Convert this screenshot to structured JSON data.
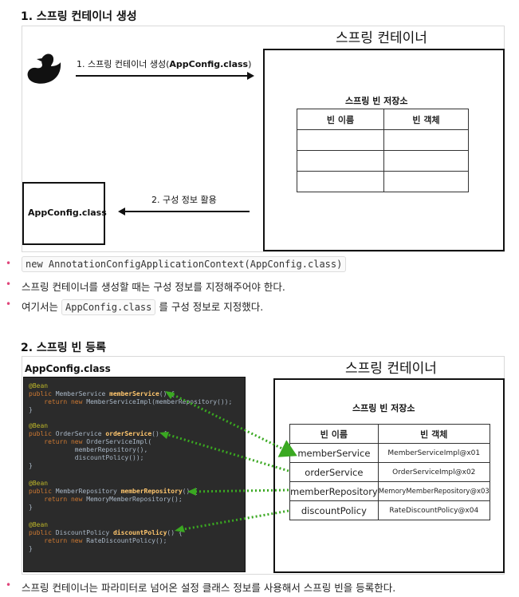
{
  "section1": {
    "heading": "1. 스프링 컨테이너 생성",
    "container_title": "스프링 컨테이너",
    "arrow1_prefix": "1. 스프링 컨테이너 생성(",
    "arrow1_bold": "AppConfig.class",
    "arrow1_suffix": ")",
    "arrow2_label": "2. 구성 정보 활용",
    "appconfig_label": "AppConfig.class",
    "store_title": "스프링 빈 저장소",
    "table_headers": [
      "빈 이름",
      "빈 객체"
    ]
  },
  "bullets1": {
    "b1_code": "new AnnotationConfigApplicationContext(AppConfig.class)",
    "b2_text": "스프링 컨테이너를 생성할 때는 구성 정보를 지정해주어야 한다.",
    "b3_prefix": "여기서는",
    "b3_code": "AppConfig.class",
    "b3_suffix": "를 구성 정보로 지정했다."
  },
  "section2": {
    "heading": "2. 스프링 빈 등록",
    "appconfig_label": "AppConfig.class",
    "container_title": "스프링 컨테이너",
    "store_title": "스프링 빈 저장소",
    "table_headers": [
      "빈 이름",
      "빈 객체"
    ],
    "rows": [
      {
        "name": "memberService",
        "object": "MemberServiceImpl@x01"
      },
      {
        "name": "orderService",
        "object": "OrderServiceImpl@x02"
      },
      {
        "name": "memberRepository",
        "object": "MemoryMemberRepository@x03"
      },
      {
        "name": "discountPolicy",
        "object": "RateDiscountPolicy@x04"
      }
    ],
    "code": {
      "b1_ann": "@Bean",
      "b1_l1_kw": "public ",
      "b1_l1_type": "MemberService ",
      "b1_l1_fn": "memberService",
      "b1_l1_end": "() {",
      "b1_l2_kw": "    return new ",
      "b1_l2_rest": "MemberServiceImpl(memberRepository());",
      "b1_close": "}",
      "b2_ann": "@Bean",
      "b2_l1_kw": "public ",
      "b2_l1_type": "OrderService ",
      "b2_l1_fn": "orderService",
      "b2_l1_end": "() {",
      "b2_l2_kw": "    return new ",
      "b2_l2_rest": "OrderServiceImpl(",
      "b2_l3": "            memberRepository(),",
      "b2_l4": "            discountPolicy());",
      "b2_close": "}",
      "b3_ann": "@Bean",
      "b3_l1_kw": "public ",
      "b3_l1_type": "MemberRepository ",
      "b3_l1_fn": "memberRepository",
      "b3_l1_end": "() {",
      "b3_l2_kw": "    return new ",
      "b3_l2_rest": "MemoryMemberRepository();",
      "b3_close": "}",
      "b4_ann": "@Bean",
      "b4_l1_kw": "public ",
      "b4_l1_type": "DiscountPolicy ",
      "b4_l1_fn": "discountPolicy",
      "b4_l1_end": "() {",
      "b4_l2_kw": "    return new ",
      "b4_l2_rest": "RateDiscountPolicy();",
      "b4_close": "}"
    }
  },
  "bullet2": {
    "text": "스프링 컨테이너는 파라미터로 넘어온 설정 클래스 정보를 사용해서 스프링 빈을 등록한다."
  },
  "colors": {
    "arrow_green": "#3aa821",
    "bullet_dot": "#e0457b",
    "code_bg": "#2b2b2b"
  },
  "icons": {
    "duck": "duck-icon"
  }
}
